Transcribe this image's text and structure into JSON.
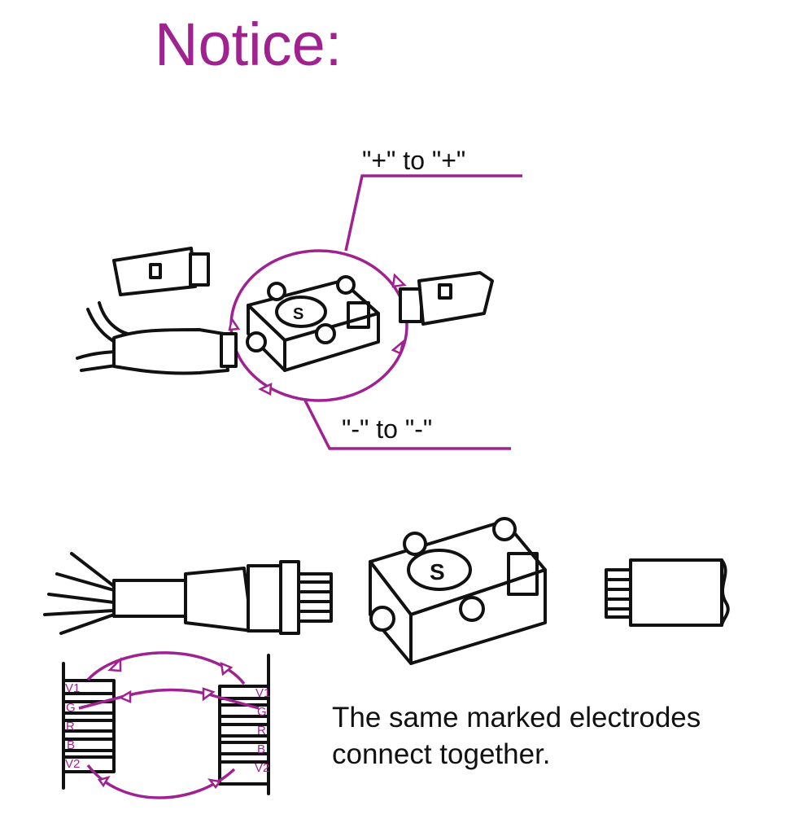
{
  "title": "Notice:",
  "top_diagram": {
    "plus_label": "\"+\" to \"+\"",
    "minus_label": "\"-\" to \"-\""
  },
  "pin_diagram": {
    "left_pins": [
      "V1",
      "G",
      "R",
      "B",
      "V2"
    ],
    "right_pins": [
      "V1",
      "G",
      "R",
      "B",
      "V2"
    ]
  },
  "caption": {
    "line1": "The same marked electrodes",
    "line2": "connect together."
  },
  "colors": {
    "accent": "#a02290",
    "ink": "#111111"
  }
}
